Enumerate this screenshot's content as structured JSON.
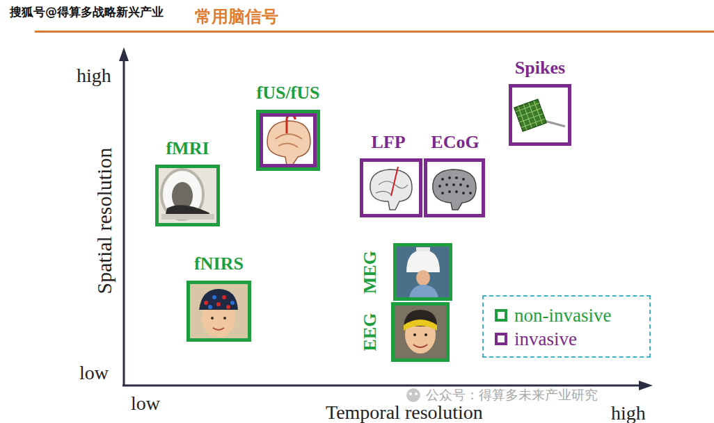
{
  "diagram": {
    "title": "常用脑信号",
    "nodes": [
      {
        "text": [
          "Spikes"
        ]
      },
      {
        "text": [
          "fUS/fUS"
        ]
      },
      {
        "text": [
          "fMRI"
        ]
      },
      {
        "text": [
          "LFP"
        ]
      },
      {
        "text": [
          "ECoG"
        ]
      },
      {
        "text": [
          "fNIRS"
        ]
      },
      {
        "text": [
          "MEG"
        ]
      },
      {
        "text": [
          "EEG"
        ]
      }
    ],
    "labels": [
      "搜狐号@得算多战略新兴产业",
      "high",
      "Spatial resolution",
      "low",
      "low",
      "Temporal resolution",
      "high",
      "公众号：得算多未来产业研究"
    ],
    "legend": [
      {
        "text": "non-invasive",
        "color": "#1e9e3e"
      },
      {
        "text": "invasive",
        "color": "#7a2a8c"
      }
    ]
  }
}
